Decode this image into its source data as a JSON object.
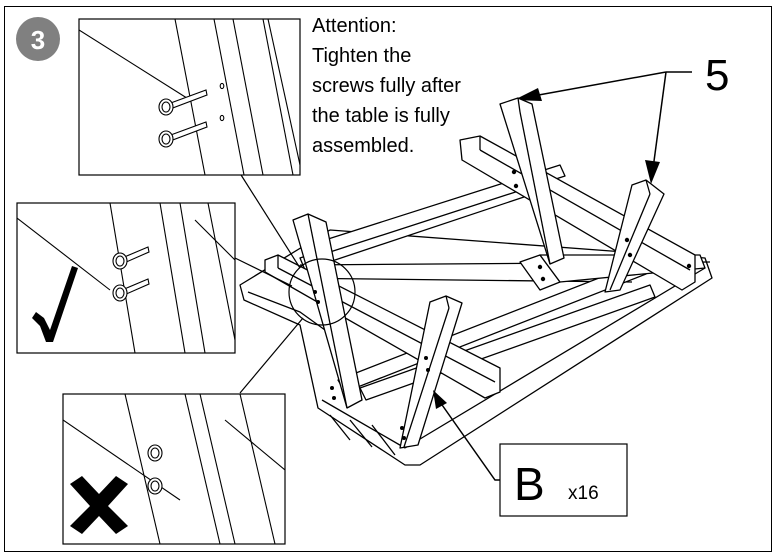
{
  "step": {
    "number": "3"
  },
  "attention": {
    "lines": [
      "Attention:",
      "Tighten the",
      "screws fully after",
      "the table is fully",
      "assembled."
    ]
  },
  "callouts": {
    "part_label": "5",
    "screw_label": "B",
    "screw_qty": "x16"
  },
  "marks": {
    "correct": "check-mark-icon",
    "wrong": "cross-mark-icon"
  },
  "colors": {
    "step_badge": "#808080",
    "line": "#000000",
    "background": "#ffffff"
  }
}
